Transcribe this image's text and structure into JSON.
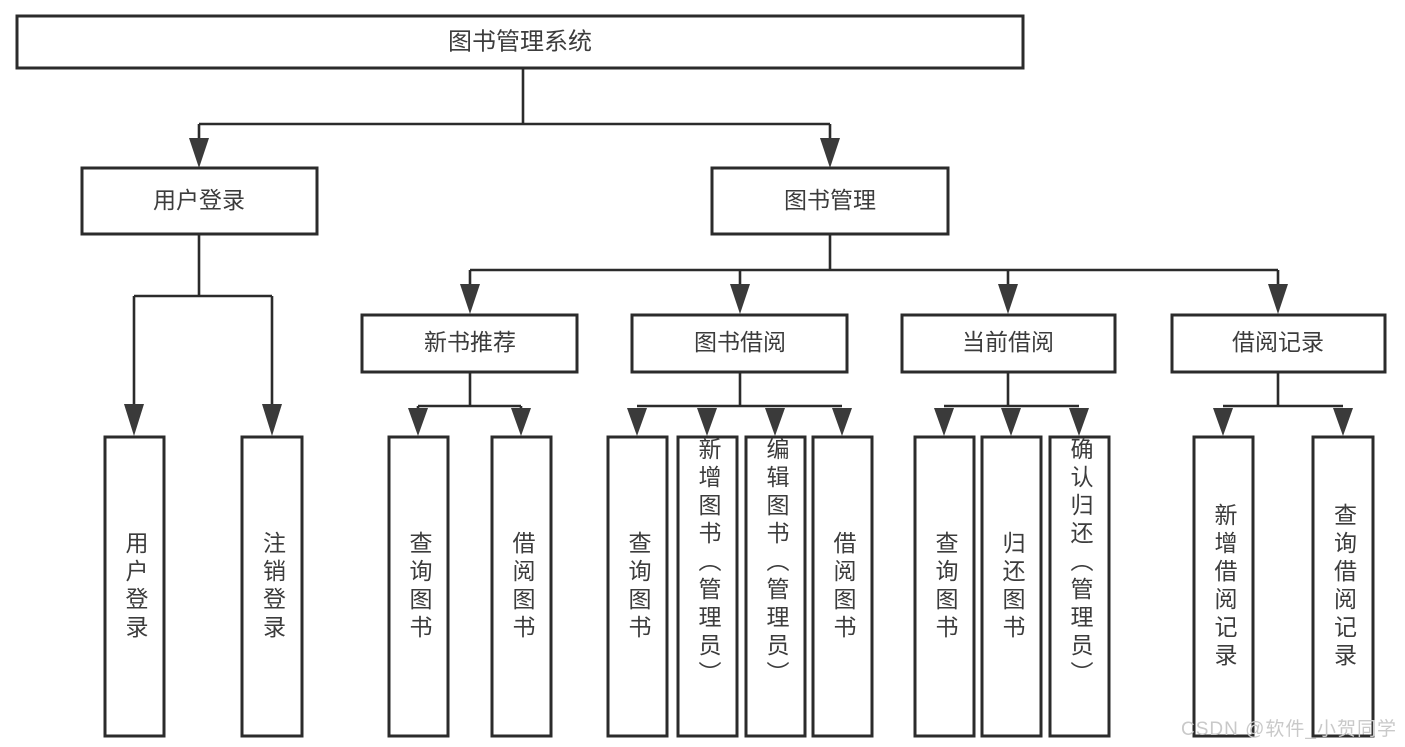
{
  "diagram": {
    "type": "tree-hierarchy-chart",
    "title": "图书管理系统",
    "colors": {
      "box_fill": "#ffffff",
      "box_stroke": "#2b2b2b",
      "connector": "#2b2b2b",
      "text": "#3c3c3c",
      "watermark": "#c9c9c9"
    },
    "root": {
      "label": "图书管理系统"
    },
    "level2": [
      {
        "label": "用户登录"
      },
      {
        "label": "图书管理"
      }
    ],
    "level3": [
      {
        "label": "新书推荐"
      },
      {
        "label": "图书借阅"
      },
      {
        "label": "当前借阅"
      },
      {
        "label": "借阅记录"
      }
    ],
    "leaves": {
      "user_login": [
        {
          "label": "用户登录"
        },
        {
          "label": "注销登录"
        }
      ],
      "new_book_recommend": [
        {
          "label": "查询图书"
        },
        {
          "label": "借阅图书"
        }
      ],
      "book_borrow": [
        {
          "label": "查询图书"
        },
        {
          "label": "新增图书（管理员）"
        },
        {
          "label": "编辑图书（管理员）"
        },
        {
          "label": "借阅图书"
        }
      ],
      "current_borrow": [
        {
          "label": "查询图书"
        },
        {
          "label": "归还图书"
        },
        {
          "label": "确认归还（管理员）"
        }
      ],
      "borrow_record": [
        {
          "label": "新增借阅记录"
        },
        {
          "label": "查询借阅记录"
        }
      ]
    }
  },
  "watermark": {
    "text": "CSDN @软件_小贺同学"
  }
}
